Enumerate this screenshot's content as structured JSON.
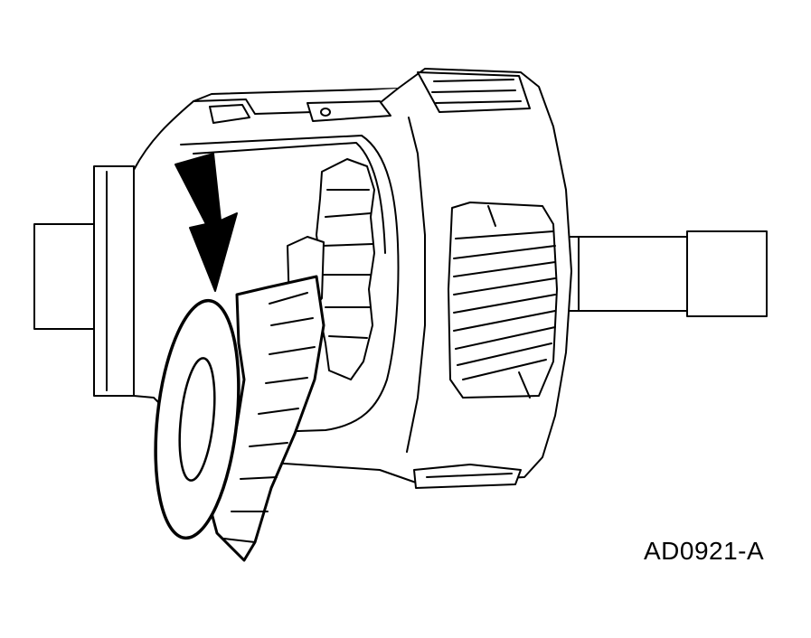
{
  "figure": {
    "reference_code": "AD0921-A",
    "components": [
      "differential-case",
      "axle-shaft-left",
      "axle-shaft-right",
      "ring-gear-teeth",
      "side-gear",
      "pinion-gear",
      "thrust-washer",
      "callout-arrow"
    ],
    "colors": {
      "line": "#000000",
      "fill": "#ffffff",
      "arrow": "#000000"
    }
  }
}
